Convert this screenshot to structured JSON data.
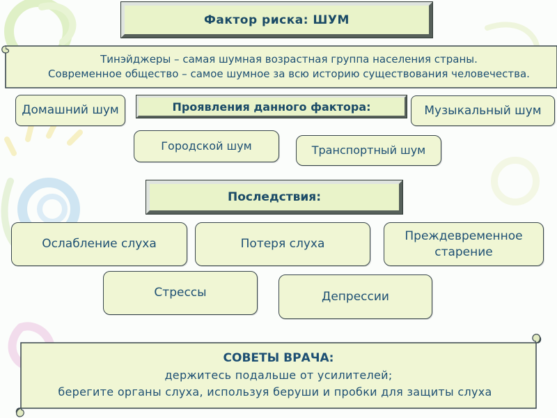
{
  "title": "Фактор риска: ШУМ",
  "intro": {
    "line1": "Тинэйджеры – самая шумная возрастная группа населения страны.",
    "line2": "Современное общество – самое шумное за всю историю существования человечества."
  },
  "manifestations": {
    "heading": "Проявления данного фактора:",
    "items": [
      "Домашний шум",
      "Музыкальный шум",
      "Городской шум",
      "Транспортный шум"
    ]
  },
  "consequences": {
    "heading": "Последствия:",
    "items": [
      "Ослабление слуха",
      "Потеря слуха",
      "Преждевременное старение",
      "Стрессы",
      "Депрессии"
    ]
  },
  "advice": {
    "heading": "СОВЕТЫ ВРАЧА:",
    "line1": "держитесь подальше от усилителей;",
    "line2": "берегите органы слуха, используя беруши и пробки для защиты слуха"
  },
  "colors": {
    "box_fill": "#f0f6d4",
    "text": "#1d4f73",
    "border": "#37454b"
  }
}
